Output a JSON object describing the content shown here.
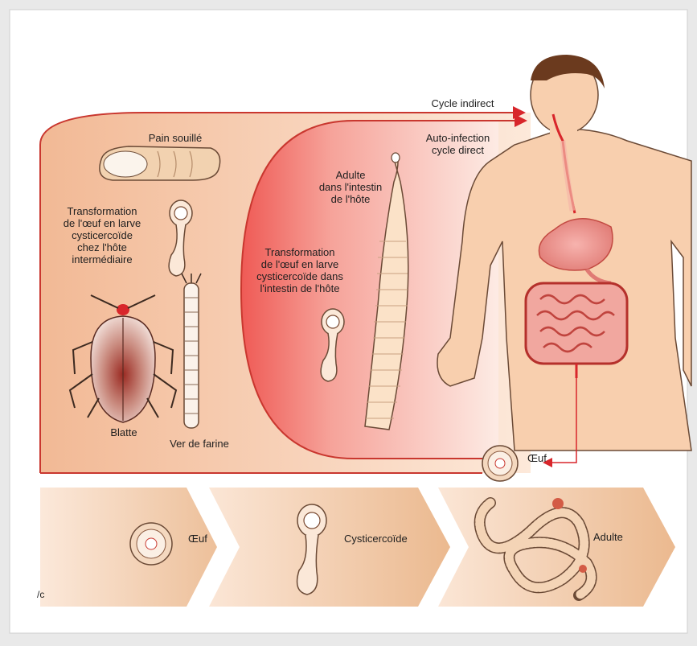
{
  "labels": {
    "cycle_indirect": "Cycle indirect",
    "auto_infection": "Auto-infection\ncycle direct",
    "pain_souille": "Pain souillé",
    "transformation_intermediaire": "Transformation\nde l'œuf en larve\ncysticercoïde\nchez l'hôte\nintermédiaire",
    "adulte_intestin": "Adulte\ndans l'intestin\nde l'hôte",
    "transformation_intestin": "Transformation\nde l'œuf en larve\ncysticercoïde dans\nl'intestin de l'hôte",
    "blatte": "Blatte",
    "ver_de_farine": "Ver de farine",
    "oeuf_cycle": "Œuf",
    "stage_oeuf": "Œuf",
    "stage_cysticercoide": "Cysticercoïde",
    "stage_adulte": "Adulte",
    "corner_mark": "/c"
  },
  "colors": {
    "outer_panel": "#f4c9a6",
    "inner_panel_red": "#f05a57",
    "arrow_red": "#d8262b",
    "skin": "#f7c7a2",
    "stage_band": "#efc6a0"
  }
}
